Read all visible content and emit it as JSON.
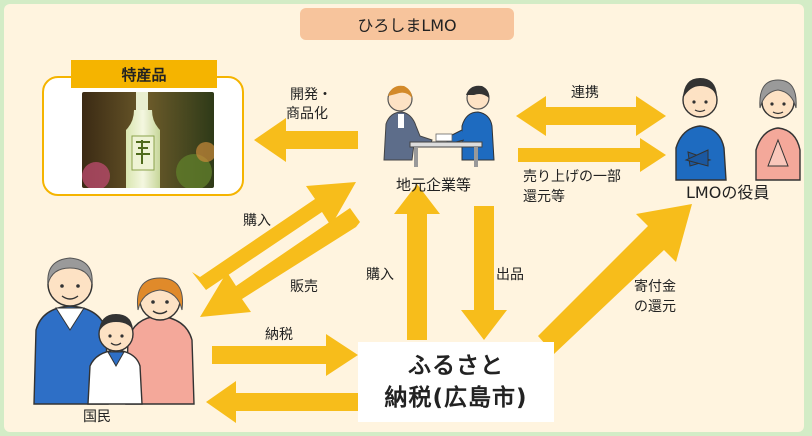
{
  "title": "ひろしまLMO",
  "nodes": {
    "tokusanhin": "特産品",
    "company": "地元企業等",
    "lmo": "LMOの役員",
    "citizens": "国民",
    "furusato_line1": "ふるさと",
    "furusato_line2": "納税(広島市)"
  },
  "labels": {
    "kaihatsu_1": "開発・",
    "kaihatsu_2": "商品化",
    "renkei": "連携",
    "uriage_1": "売り上げの一部",
    "uriage_2": "還元等",
    "konyu_top": "購入",
    "hanbai": "販売",
    "konyu_mid": "購入",
    "shuppin": "出品",
    "kifukin_1": "寄付金",
    "kifukin_2": "の還元",
    "nozei": "納税"
  },
  "colors": {
    "frame": "#d3ecc6",
    "panel": "#fff4df",
    "arrow": "#f7bd1b",
    "title_tab": "#f7c49c",
    "tokusan_tab": "#f5b400"
  }
}
